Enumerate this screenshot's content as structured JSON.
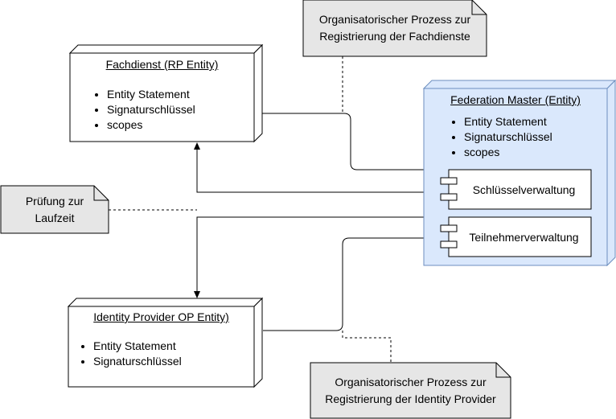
{
  "nodes": {
    "fachdienst": {
      "title": "Fachdienst (RP Entity)",
      "items": [
        "Entity Statement",
        "Signaturschlüssel",
        "scopes"
      ]
    },
    "federation_master": {
      "title": "Federation Master (Entity)",
      "items": [
        "Entity Statement",
        "Signaturschlüssel",
        "scopes"
      ],
      "components": [
        "Schlüsselverwaltung",
        "Teilnehmerverwaltung"
      ]
    },
    "identity_provider": {
      "title": "Identity Provider OP Entity) ",
      "items": [
        "Entity Statement",
        "Signaturschlüssel"
      ]
    }
  },
  "notes": {
    "registrierung_fachdienste": "Organisatorischer Prozess zur Registrierung der Fachdienste",
    "pruefung_laufzeit": "Prüfung zur Laufzeit",
    "registrierung_idp": "Organisatorischer Prozess zur Registrierung der Identity Provider"
  },
  "colors": {
    "node_fill": "#ffffff",
    "node_side": "#ffffff",
    "master_fill": "#dae8fc",
    "master_stroke": "#6c8ebf",
    "note_fill": "#e6e6e6",
    "stroke": "#000000"
  }
}
